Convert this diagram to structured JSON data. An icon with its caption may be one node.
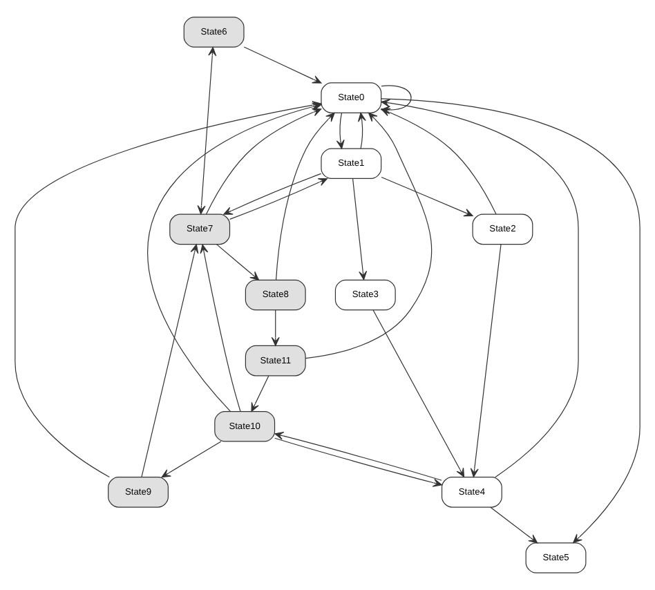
{
  "diagram": {
    "nodes": [
      {
        "text": [
          "State0"
        ]
      },
      {
        "text": [
          "State1"
        ]
      },
      {
        "text": [
          "State2"
        ]
      },
      {
        "text": [
          "State3"
        ]
      },
      {
        "text": [
          "State4"
        ]
      },
      {
        "text": [
          "State5"
        ]
      },
      {
        "text": [
          "State6"
        ]
      },
      {
        "text": [
          "State7"
        ]
      },
      {
        "text": [
          "State8"
        ]
      },
      {
        "text": [
          "State9"
        ]
      },
      {
        "text": [
          "State10"
        ]
      },
      {
        "text": [
          "State11"
        ]
      }
    ],
    "edges": [
      {
        "from": 0,
        "to": 0,
        "arrow": "to"
      },
      {
        "from": 0,
        "to": 1,
        "arrow": "to"
      },
      {
        "from": 1,
        "to": 2,
        "arrow": "to"
      },
      {
        "from": 1,
        "to": 3,
        "arrow": "to"
      },
      {
        "from": 3,
        "to": 4,
        "arrow": "to"
      },
      {
        "from": 2,
        "to": 4,
        "arrow": "to"
      },
      {
        "from": 4,
        "to": 5,
        "arrow": "to"
      },
      {
        "from": 0,
        "to": 5,
        "arrow": "to"
      },
      {
        "from": 1,
        "to": 0,
        "arrow": "to"
      },
      {
        "from": 2,
        "to": 0,
        "arrow": "to"
      },
      {
        "from": 4,
        "to": 0,
        "arrow": "to"
      },
      {
        "from": 1,
        "to": 7,
        "arrow": "to"
      },
      {
        "from": 7,
        "to": 1,
        "arrow": "to"
      },
      {
        "from": 6,
        "to": 7,
        "arrow": "both"
      },
      {
        "from": 7,
        "to": 8,
        "arrow": "to"
      },
      {
        "from": 8,
        "to": 0,
        "arrow": "to"
      },
      {
        "from": 8,
        "to": 11,
        "arrow": "to"
      },
      {
        "from": 11,
        "to": 10,
        "arrow": "to"
      },
      {
        "from": 10,
        "to": 9,
        "arrow": "to"
      },
      {
        "from": 9,
        "to": 0,
        "arrow": "to"
      },
      {
        "from": 9,
        "to": 7,
        "arrow": "to"
      },
      {
        "from": 10,
        "to": 4,
        "arrow": "to"
      },
      {
        "from": 4,
        "to": 10,
        "arrow": "to"
      },
      {
        "from": 11,
        "to": 0,
        "arrow": "to"
      },
      {
        "from": 6,
        "to": 0,
        "arrow": "to"
      },
      {
        "from": 7,
        "to": 0,
        "arrow": "to"
      },
      {
        "from": 10,
        "to": 0,
        "arrow": "to"
      },
      {
        "from": 10,
        "to": 7,
        "arrow": "to"
      }
    ]
  }
}
